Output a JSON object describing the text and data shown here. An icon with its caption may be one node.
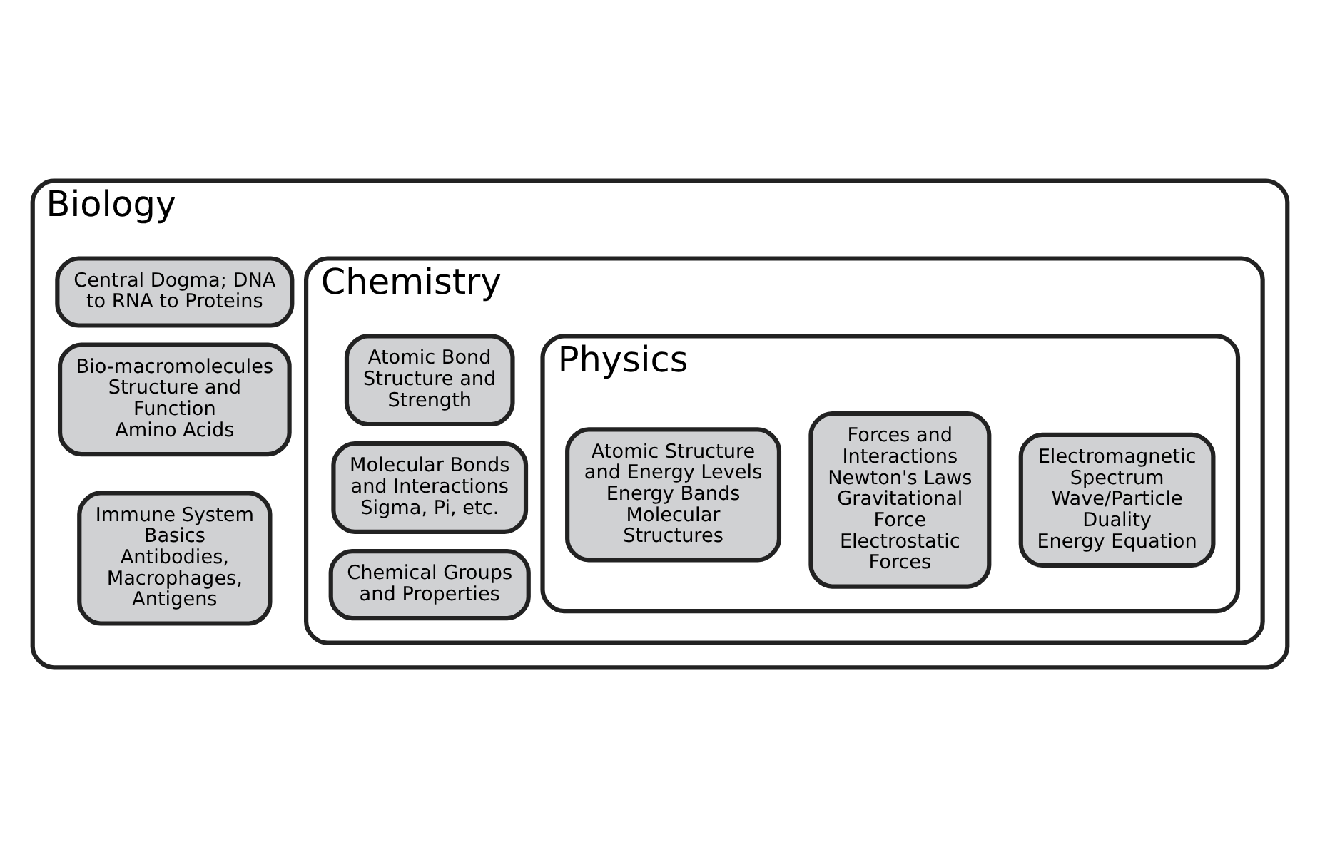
{
  "diagram": {
    "nodes": [
      {
        "text": [
          "Biology"
        ]
      },
      {
        "text": [
          "Central Dogma; DNA to RNA to Proteins"
        ],
        "in": 0
      },
      {
        "text": [
          "Bio-macromolecules",
          "Structure and Function",
          "Amino Acids"
        ],
        "in": 0
      },
      {
        "text": [
          "Immune System Basics",
          "Antibodies, Macrophages, Antigens"
        ],
        "in": 0
      },
      {
        "text": [
          "Chemistry"
        ],
        "in": 0
      },
      {
        "text": [
          "Atomic Bond Structure and Strength"
        ],
        "in": 4
      },
      {
        "text": [
          "Molecular Bonds and Interactions",
          "Sigma, Pi, etc."
        ],
        "in": 4
      },
      {
        "text": [
          "Chemical Groups and Properties"
        ],
        "in": 4
      },
      {
        "text": [
          "Physics"
        ],
        "in": 4
      },
      {
        "text": [
          "Atomic Structure and Energy Levels",
          "Energy Bands",
          "Molecular Structures"
        ],
        "in": 8
      },
      {
        "text": [
          "Forces and Interactions",
          "Newton's Laws",
          "Gravitational Force",
          "Electrostatic Forces"
        ],
        "in": 8
      },
      {
        "text": [
          "Electromagnetic Spectrum",
          "Wave/Particle Duality",
          "Energy Equation"
        ],
        "in": 8
      }
    ],
    "edges": []
  }
}
